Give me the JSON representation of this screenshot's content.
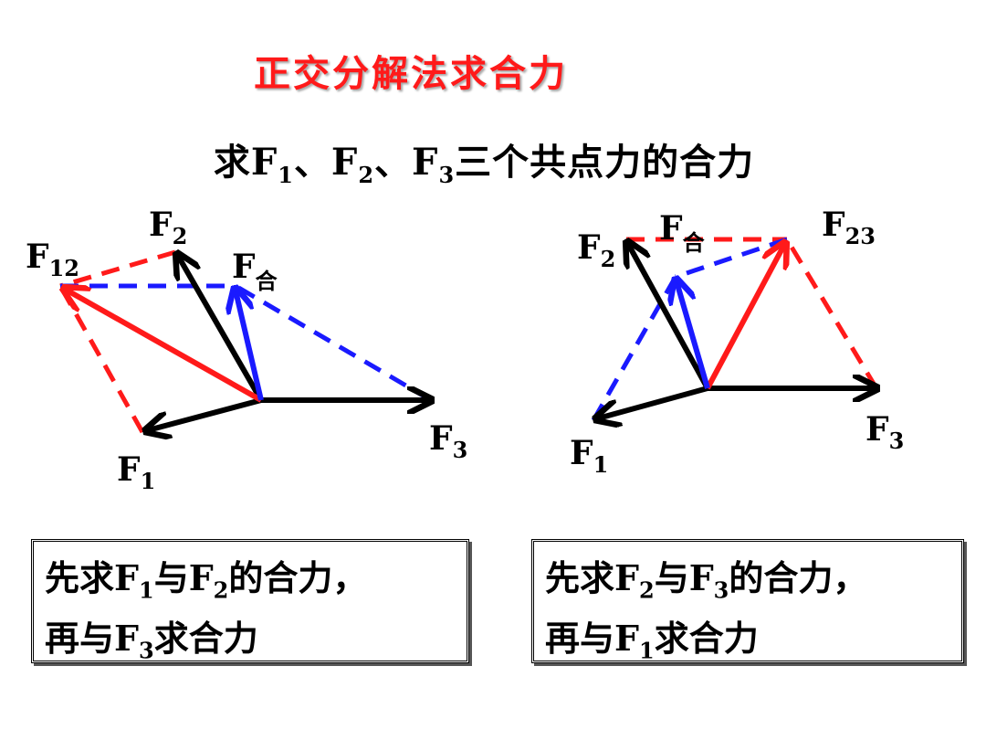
{
  "title": "正交分解法求合力",
  "subtitle": {
    "pre": "求F",
    "s1": "1",
    "mid1": "、F",
    "s2": "2",
    "mid2": "、F",
    "s3": "3",
    "post": "三个共点力的合力"
  },
  "labels": {
    "F": "F",
    "he": "合",
    "sub1": "1",
    "sub2": "2",
    "sub3": "3",
    "sub12": "12",
    "sub23": "23"
  },
  "box_left": {
    "line1": {
      "a": "先求F",
      "s1": "1",
      "b": "与F",
      "s2": "2",
      "c": "的合力，"
    },
    "line2": {
      "a": "再与F",
      "s1": "3",
      "b": "求合力"
    }
  },
  "box_right": {
    "line1": {
      "a": "先求F",
      "s1": "2",
      "b": "与F",
      "s2": "3",
      "c": "的合力，"
    },
    "line2": {
      "a": "再与F",
      "s1": "1",
      "b": "求合力"
    }
  },
  "colors": {
    "title": "#ff1a1a",
    "red": "#ff1a1a",
    "blue": "#1a1aff",
    "black": "#000000"
  }
}
